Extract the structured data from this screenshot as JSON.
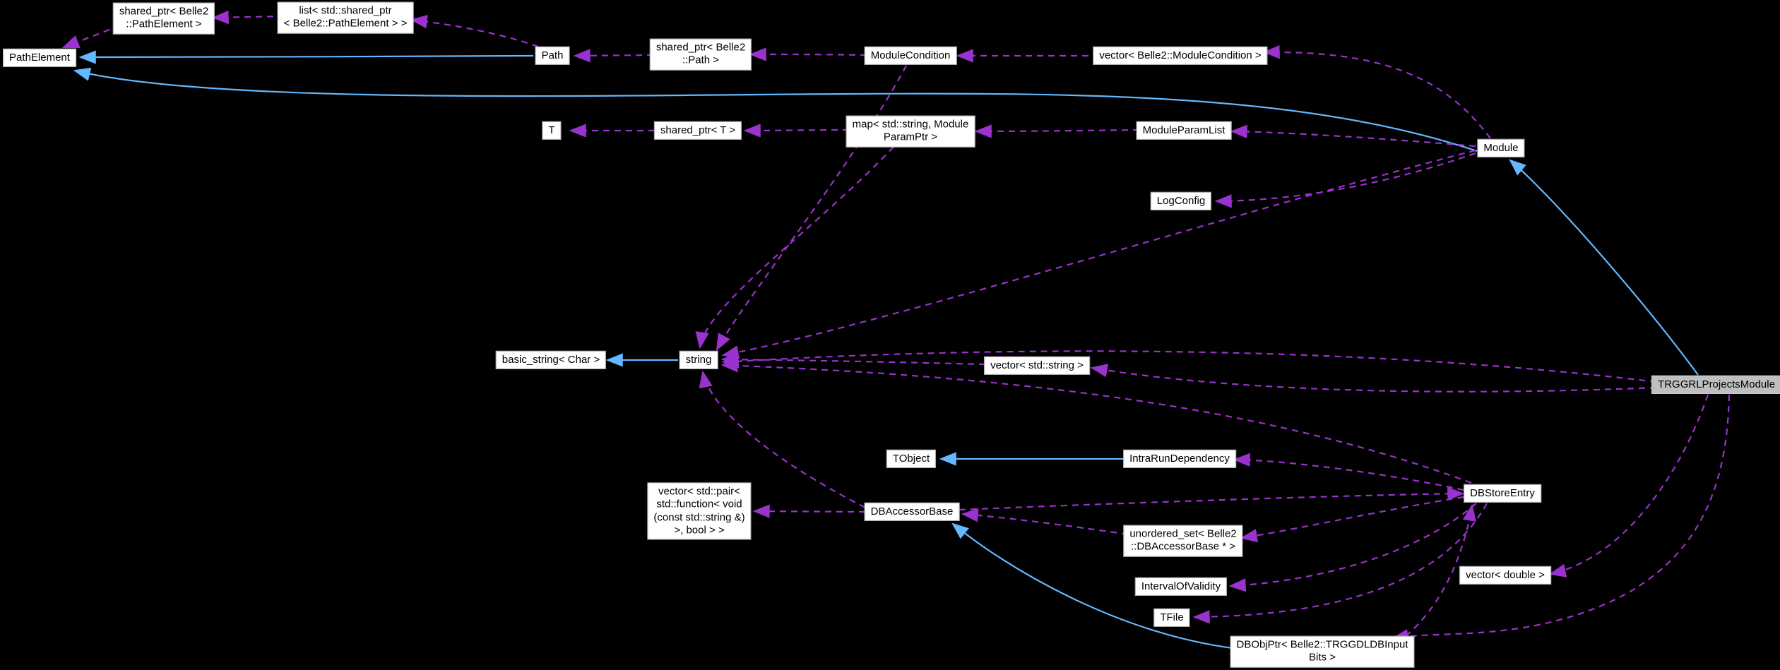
{
  "diagram": {
    "kind": "collaboration-graph",
    "main_node": "TRGGRLProjectsModule",
    "colors": {
      "background": "#000000",
      "node_fill": "#ffffff",
      "node_border": "#a8a8a8",
      "main_node_fill": "#bfbfbf",
      "text": "#000000",
      "inheritance_edge": "#63b8ff",
      "usage_edge": "#9a32cd"
    },
    "nodes": {
      "pathelement": {
        "label": "PathElement"
      },
      "sp_pathelement": {
        "label": "shared_ptr< Belle2\n::PathElement >"
      },
      "list_pathelement": {
        "label": "list< std::shared_ptr\n< Belle2::PathElement > >"
      },
      "path": {
        "label": "Path"
      },
      "sp_path": {
        "label": "shared_ptr< Belle2\n::Path >"
      },
      "modulecondition": {
        "label": "ModuleCondition"
      },
      "vec_modulecondition": {
        "label": "vector< Belle2::ModuleCondition >"
      },
      "t": {
        "label": "T"
      },
      "sp_t": {
        "label": "shared_ptr< T >"
      },
      "map_param": {
        "label": "map< std::string, Module\nParamPtr >"
      },
      "moduleparamlist": {
        "label": "ModuleParamList"
      },
      "module": {
        "label": "Module"
      },
      "logconfig": {
        "label": "LogConfig"
      },
      "basic_string": {
        "label": "basic_string< Char >"
      },
      "string": {
        "label": "string"
      },
      "vec_string": {
        "label": "vector< std::string >"
      },
      "trggrl": {
        "label": "TRGGRLProjectsModule"
      },
      "tobject": {
        "label": "TObject"
      },
      "intrarun": {
        "label": "IntraRunDependency"
      },
      "dbstoreentry": {
        "label": "DBStoreEntry"
      },
      "vec_pair": {
        "label": "vector< std::pair<\nstd::function< void\n(const std::string &)\n>, bool > >"
      },
      "dbaccessorbase": {
        "label": "DBAccessorBase"
      },
      "unordered_set": {
        "label": "unordered_set< Belle2\n::DBAccessorBase * >"
      },
      "intervalofvalidity": {
        "label": "IntervalOfValidity"
      },
      "vec_double": {
        "label": "vector< double >"
      },
      "tfile": {
        "label": "TFile"
      },
      "dbobjptr": {
        "label": "DBObjPtr< Belle2::TRGGDLDBInput\nBits >"
      }
    },
    "edges": [
      {
        "from": "Path",
        "to": "PathElement",
        "relation": "inheritance"
      },
      {
        "from": "Module",
        "to": "PathElement",
        "relation": "inheritance"
      },
      {
        "from": "TRGGRLProjectsModule",
        "to": "Module",
        "relation": "inheritance"
      },
      {
        "from": "string",
        "to": "basic_string< Char >",
        "relation": "inheritance"
      },
      {
        "from": "IntraRunDependency",
        "to": "TObject",
        "relation": "inheritance"
      },
      {
        "from": "DBObjPtr< Belle2::TRGGDLDBInputBits >",
        "to": "DBAccessorBase",
        "relation": "inheritance"
      },
      {
        "from": "shared_ptr< Belle2::PathElement >",
        "to": "PathElement",
        "relation": "usage"
      },
      {
        "from": "list< std::shared_ptr< Belle2::PathElement > >",
        "to": "shared_ptr< Belle2::PathElement >",
        "relation": "usage"
      },
      {
        "from": "Path",
        "to": "list< std::shared_ptr< Belle2::PathElement > >",
        "relation": "usage"
      },
      {
        "from": "shared_ptr< Belle2::Path >",
        "to": "Path",
        "relation": "usage"
      },
      {
        "from": "ModuleCondition",
        "to": "shared_ptr< Belle2::Path >",
        "relation": "usage"
      },
      {
        "from": "vector< Belle2::ModuleCondition >",
        "to": "ModuleCondition",
        "relation": "usage"
      },
      {
        "from": "Module",
        "to": "vector< Belle2::ModuleCondition >",
        "relation": "usage"
      },
      {
        "from": "shared_ptr< T >",
        "to": "T",
        "relation": "usage"
      },
      {
        "from": "map< std::string, ModuleParamPtr >",
        "to": "shared_ptr< T >",
        "relation": "usage"
      },
      {
        "from": "ModuleParamList",
        "to": "map< std::string, ModuleParamPtr >",
        "relation": "usage"
      },
      {
        "from": "Module",
        "to": "ModuleParamList",
        "relation": "usage"
      },
      {
        "from": "Module",
        "to": "LogConfig",
        "relation": "usage"
      },
      {
        "from": "map< std::string, ModuleParamPtr >",
        "to": "string",
        "relation": "usage"
      },
      {
        "from": "Module",
        "to": "string",
        "relation": "usage"
      },
      {
        "from": "ModuleCondition",
        "to": "string",
        "relation": "usage"
      },
      {
        "from": "vector< std::string >",
        "to": "string",
        "relation": "usage"
      },
      {
        "from": "TRGGRLProjectsModule",
        "to": "string",
        "relation": "usage"
      },
      {
        "from": "DBStoreEntry",
        "to": "string",
        "relation": "usage"
      },
      {
        "from": "DBAccessorBase",
        "to": "string",
        "relation": "usage"
      },
      {
        "from": "TRGGRLProjectsModule",
        "to": "vector< std::string >",
        "relation": "usage"
      },
      {
        "from": "DBStoreEntry",
        "to": "IntraRunDependency",
        "relation": "usage"
      },
      {
        "from": "DBAccessorBase",
        "to": "DBStoreEntry",
        "relation": "usage"
      },
      {
        "from": "DBStoreEntry",
        "to": "unordered_set< Belle2::DBAccessorBase * >",
        "relation": "usage"
      },
      {
        "from": "DBStoreEntry",
        "to": "IntervalOfValidity",
        "relation": "usage"
      },
      {
        "from": "DBStoreEntry",
        "to": "TFile",
        "relation": "usage"
      },
      {
        "from": "unordered_set< Belle2::DBAccessorBase * >",
        "to": "DBAccessorBase",
        "relation": "usage"
      },
      {
        "from": "DBAccessorBase",
        "to": "vector< std::pair< std::function< void(const std::string &) >, bool > >",
        "relation": "usage"
      },
      {
        "from": "TRGGRLProjectsModule",
        "to": "vector< double >",
        "relation": "usage"
      },
      {
        "from": "TRGGRLProjectsModule",
        "to": "DBObjPtr< Belle2::TRGGDLDBInputBits >",
        "relation": "usage"
      },
      {
        "from": "DBObjPtr< Belle2::TRGGDLDBInputBits >",
        "to": "DBStoreEntry",
        "relation": "usage"
      }
    ]
  }
}
